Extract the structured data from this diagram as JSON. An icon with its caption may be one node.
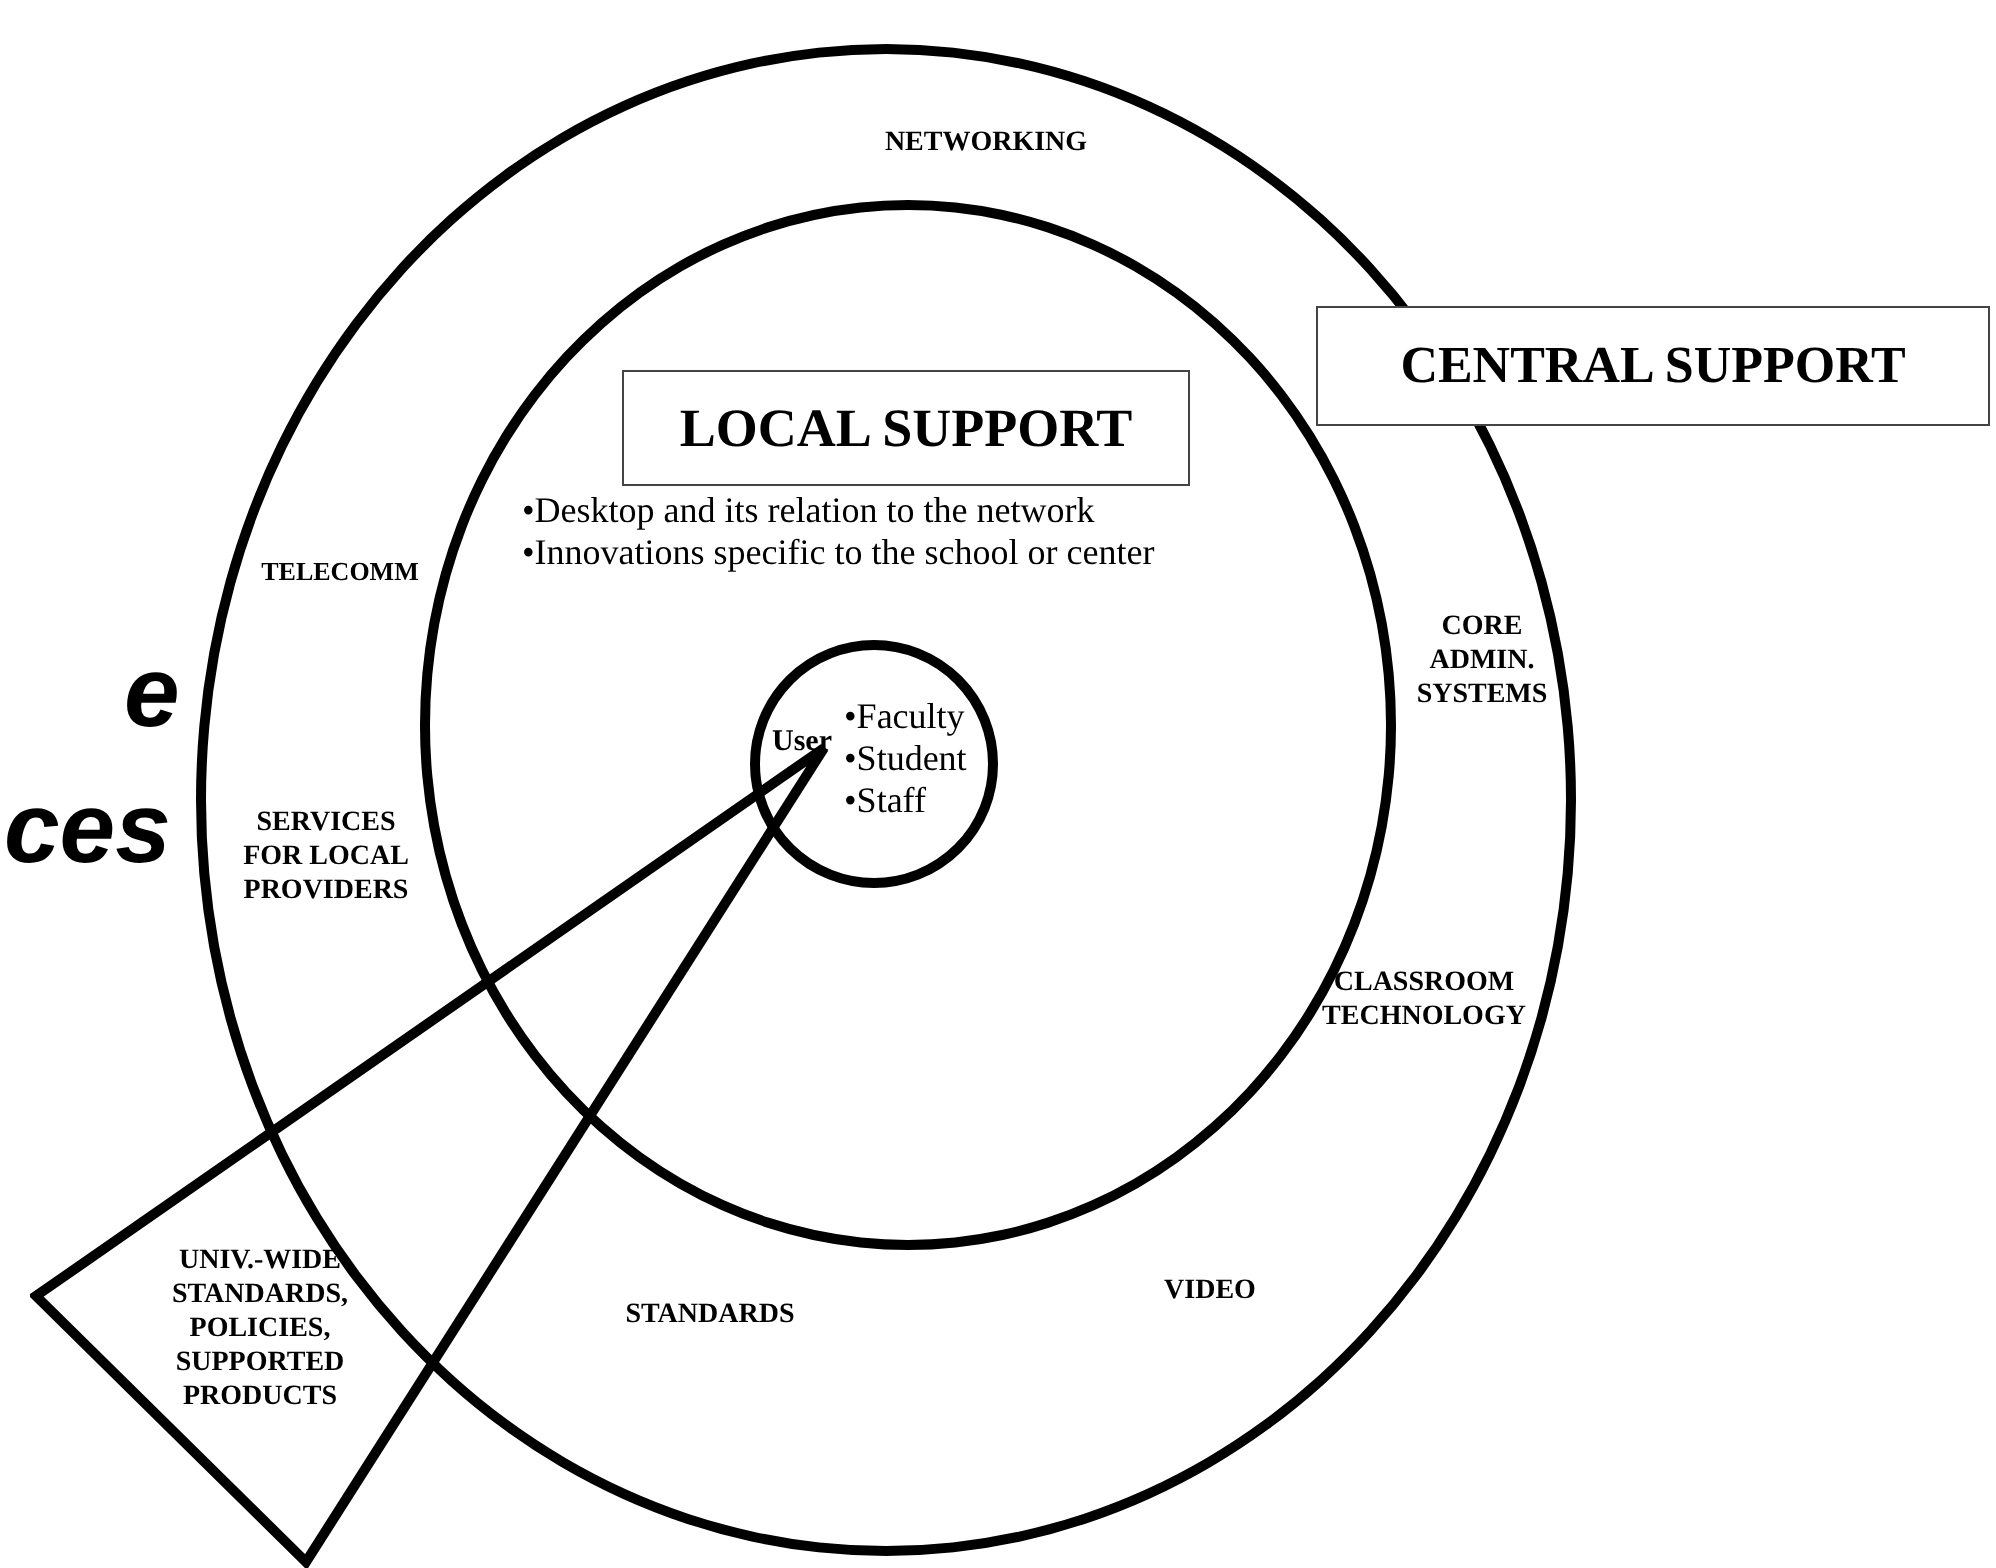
{
  "diagram": {
    "nodes": [
      {
        "text": [
          "NETWORKING",
          "TELECOMM",
          "CORE ADMIN. SYSTEMS",
          "SERVICES FOR LOCAL PROVIDERS",
          "CLASSROOM TECHNOLOGY",
          "STANDARDS",
          "VIDEO"
        ]
      },
      {
        "text": [
          "•Desktop and its relation to the network",
          "•Innovations specific to the school or center"
        ],
        "in": 0
      },
      {
        "text": [
          "User",
          "•Faculty",
          "•Student",
          "•Staff"
        ],
        "in": 1
      },
      {
        "text": [
          "LOCAL SUPPORT"
        ],
        "in": 1
      },
      {
        "text": [
          "CENTRAL SUPPORT"
        ]
      },
      {
        "text": [
          "UNIV.-WIDE STANDARDS, POLICIES, SUPPORTED PRODUCTS"
        ]
      }
    ],
    "labels": [
      "e",
      "ces"
    ]
  }
}
